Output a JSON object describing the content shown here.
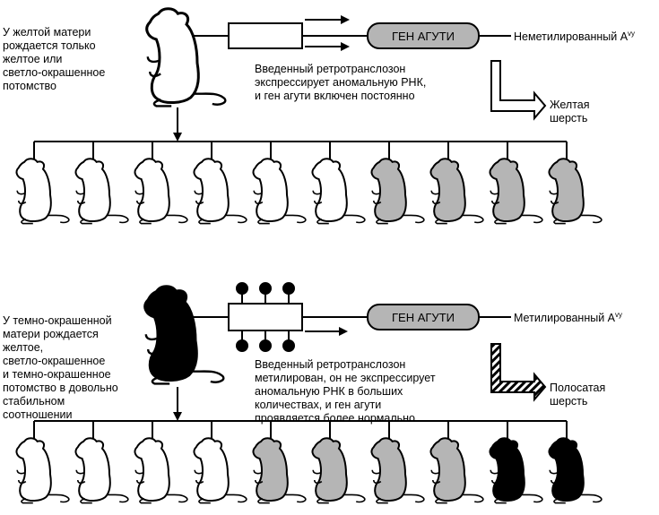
{
  "panel_top": {
    "caption": [
      "У желтой матери",
      "рождается только",
      "желтое или",
      "светло-окрашенное",
      "потомство"
    ],
    "gene_label": "ГЕН АГУТИ",
    "allele_text": "Неметилированный A",
    "allele_sup": "vy",
    "insert_note": [
      "Введенный ретротранслозон",
      "экспрессирует аномальную РНК,",
      "и ген агути включен постоянно"
    ],
    "coat_label": [
      "Желтая",
      "шерсть"
    ],
    "mother_color": "white",
    "offspring_colors": [
      "white",
      "white",
      "white",
      "white",
      "white",
      "white",
      "grey",
      "grey",
      "grey",
      "grey"
    ]
  },
  "panel_bottom": {
    "caption": [
      "У темно-окрашенной",
      "матери рождается",
      "желтое,",
      "светло-окрашенное",
      "и темно-окрашенное",
      "потомство в довольно",
      "стабильном",
      "соотношении"
    ],
    "gene_label": "ГЕН АГУТИ",
    "allele_text": "Метилированный A",
    "allele_sup": "vy",
    "insert_note": [
      "Введенный ретротранслозон",
      "метилирован, он не экспрессирует",
      "аномальную РНК в больших",
      "количествах, и ген агути",
      "проявляется более нормально"
    ],
    "coat_label": [
      "Полосатая",
      "шерсть"
    ],
    "mother_color": "black",
    "offspring_colors": [
      "white",
      "white",
      "white",
      "white",
      "grey",
      "grey",
      "grey",
      "grey",
      "black",
      "black"
    ]
  },
  "colors": {
    "white": "#ffffff",
    "grey": "#b5b5b5",
    "black": "#000000",
    "gene_box": "#b5b5b5"
  }
}
